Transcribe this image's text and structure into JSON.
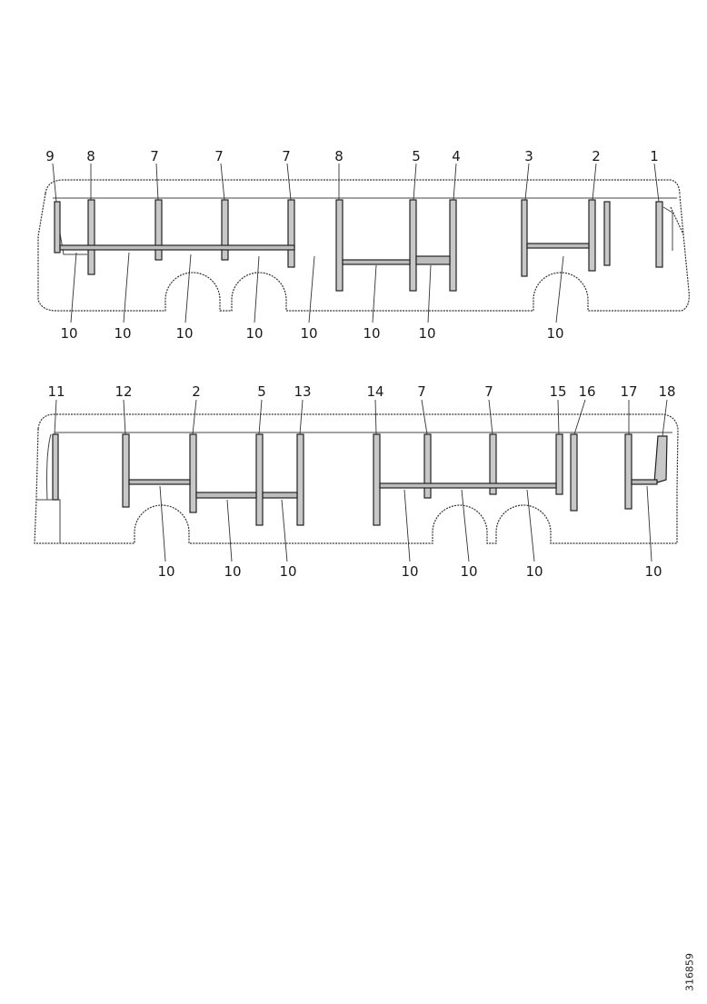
{
  "doc_id": "316859",
  "top_view": {
    "callouts_top": [
      "9",
      "8",
      "7",
      "7",
      "7",
      "8",
      "5",
      "4",
      "3",
      "2",
      "1"
    ],
    "callouts_bottom": [
      "10",
      "10",
      "10",
      "10",
      "10",
      "10",
      "10",
      "10"
    ]
  },
  "bottom_view": {
    "callouts_top": [
      "11",
      "12",
      "2",
      "5",
      "13",
      "14",
      "7",
      "7",
      "15",
      "16",
      "17",
      "18"
    ],
    "callouts_bottom": [
      "10",
      "10",
      "10",
      "10",
      "10",
      "10",
      "10"
    ]
  }
}
